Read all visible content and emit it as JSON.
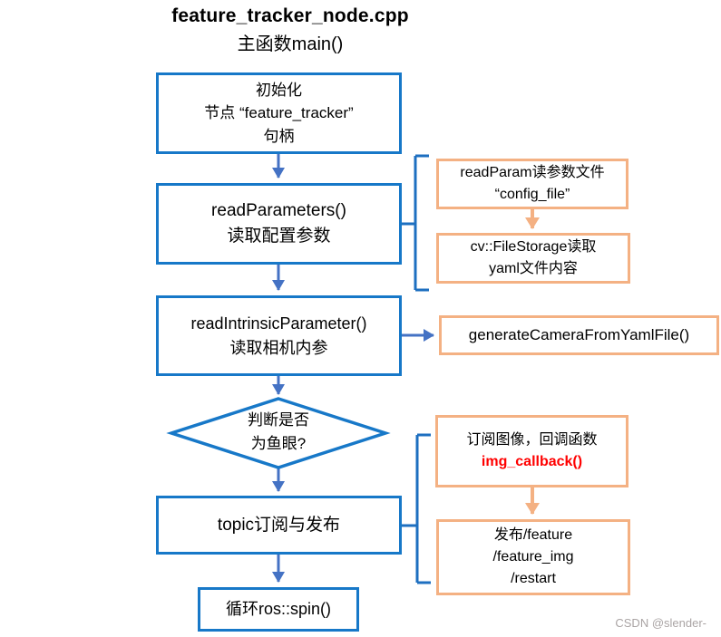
{
  "header": {
    "title": "feature_tracker_node.cpp",
    "subtitle": "主函数main()"
  },
  "flow": {
    "init": {
      "lines": [
        "初始化",
        "节点 “feature_tracker”",
        "句柄"
      ]
    },
    "read_parameters": {
      "lines": [
        "readParameters()",
        "读取配置参数"
      ]
    },
    "read_intrinsic": {
      "lines": [
        "readIntrinsicParameter()",
        "读取相机内参"
      ]
    },
    "decision": {
      "lines": [
        "判断是否",
        "为鱼眼?"
      ]
    },
    "topic": {
      "lines": [
        "topic订阅与发布"
      ]
    },
    "spin": {
      "lines": [
        "循环ros::spin()"
      ]
    }
  },
  "side": {
    "read_param": {
      "lines": [
        "readParam读参数文件",
        "“config_file”"
      ]
    },
    "file_storage": {
      "lines": [
        "cv::FileStorage读取",
        "yaml文件内容"
      ]
    },
    "generate_camera": {
      "lines": [
        "generateCameraFromYamlFile()"
      ]
    },
    "subscribe": {
      "line1": "订阅图像，回调函数",
      "callback": "img_callback()"
    },
    "publish": {
      "lines": [
        "发布/feature",
        "/feature_img",
        "/restart"
      ]
    }
  },
  "colors": {
    "blue_border": "#1778c8",
    "blue_arrow": "#4472c4",
    "bracket_blue": "#1d6fc0",
    "orange": "#f4b183",
    "callback_red": "#ff0000"
  },
  "watermark": "CSDN @slender-"
}
